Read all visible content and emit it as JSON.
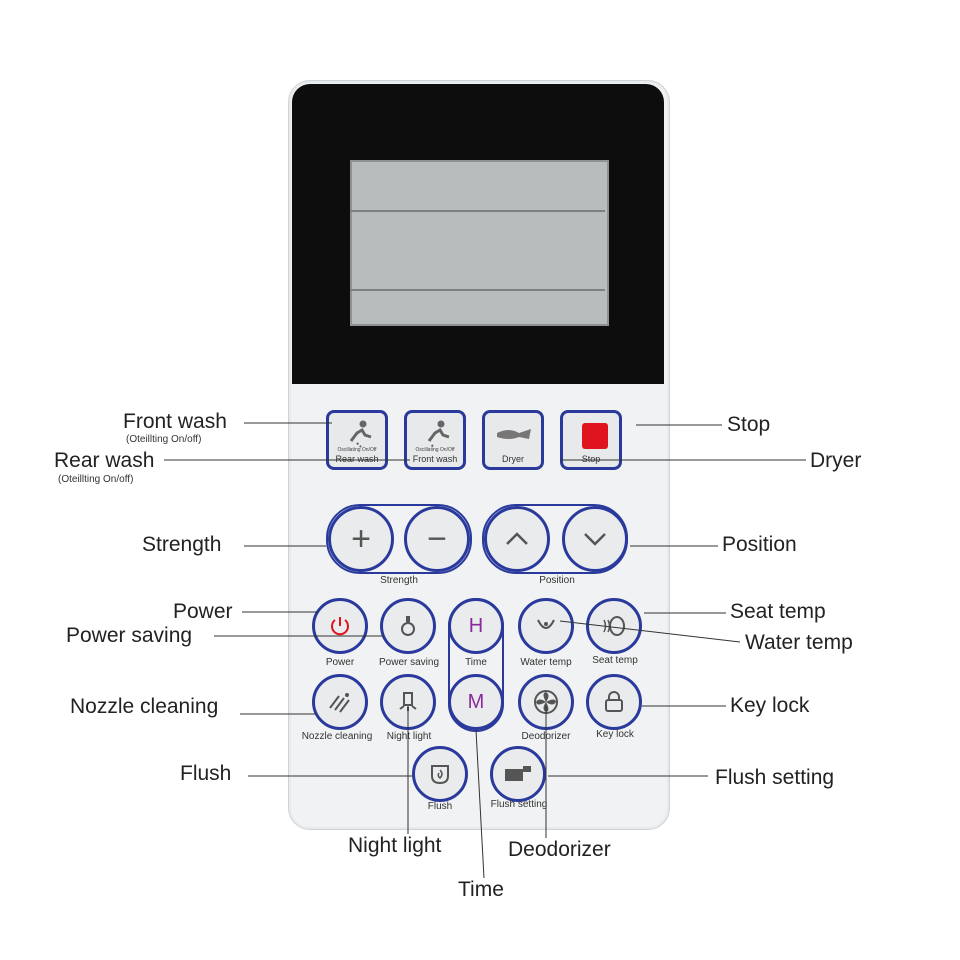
{
  "buttons": {
    "front_wash": {
      "label": "Front wash",
      "sub": "Oscillating On/Off"
    },
    "rear_wash": {
      "label": "Rear wash",
      "sub": "Oscillating On/Off"
    },
    "dryer": {
      "label": "Dryer"
    },
    "stop": {
      "label": "Stop"
    },
    "strength": {
      "label": "Strength",
      "plus": "+",
      "minus": "−"
    },
    "position": {
      "label": "Position"
    },
    "power": {
      "label": "Power"
    },
    "power_saving": {
      "label": "Power saving"
    },
    "time": {
      "label": "Time",
      "h": "H",
      "m": "M"
    },
    "water_temp": {
      "label": "Water temp"
    },
    "seat_temp": {
      "label": "Seat temp"
    },
    "nozzle_cleaning": {
      "label": "Nozzle cleaning"
    },
    "night_light": {
      "label": "Night light"
    },
    "deodorizer": {
      "label": "Deodorizer"
    },
    "key_lock": {
      "label": "Key lock"
    },
    "flush": {
      "label": "Flush"
    },
    "flush_setting": {
      "label": "Flush setting"
    }
  },
  "callouts": {
    "front_wash": "Front wash",
    "front_wash_note": "(Oteillting On/off)",
    "rear_wash": "Rear wash",
    "rear_wash_note": "(Oteillting On/off)",
    "stop": "Stop",
    "dryer": "Dryer",
    "strength": "Strength",
    "position": "Position",
    "power": "Power",
    "power_saving": "Power saving",
    "seat_temp": "Seat temp",
    "water_temp": "Water temp",
    "nozzle_cleaning": "Nozzle cleaning",
    "key_lock": "Key lock",
    "flush": "Flush",
    "flush_setting": "Flush setting",
    "night_light": "Night light",
    "deodorizer": "Deodorizer",
    "time": "Time"
  },
  "colors": {
    "button_ring": "#2a3a9c",
    "stop_red": "#e0141e",
    "power_red": "#e0141e",
    "time_letter": "#8a2a9e"
  }
}
